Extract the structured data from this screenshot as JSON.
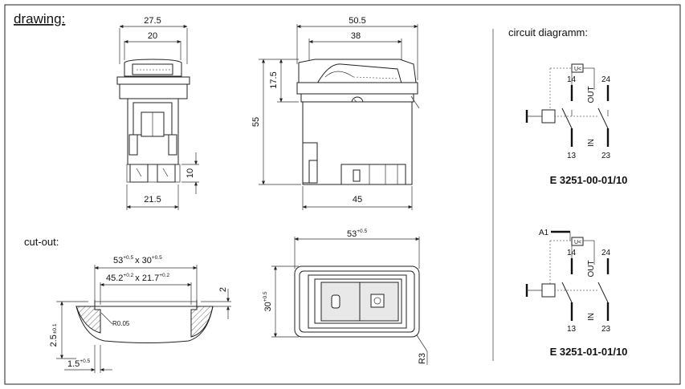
{
  "headings": {
    "drawing": "drawing:",
    "cutout": "cut-out:",
    "circuit": "circuit diagramm:"
  },
  "front_view": {
    "width_outer": "27.5",
    "width_inner": "20",
    "width_base": "21.5",
    "terminal_height": "10"
  },
  "side_view": {
    "width_outer": "50.5",
    "width_inner": "38",
    "width_base": "45",
    "height_total": "55",
    "height_top": "17.5"
  },
  "cutout_view": {
    "dim_outer": "53",
    "dim_outer_tol": "+0.5",
    "dim_outer_x": "x 30",
    "dim_outer_x_tol": "+0.5",
    "dim_inner": "45.2",
    "dim_inner_tol": "+0.2",
    "dim_inner_x": "x 21.7",
    "dim_inner_x_tol": "+0.2",
    "lip": "2",
    "depth": "2.5",
    "depth_tol": "±0.1",
    "offset": "1.5",
    "offset_tol": "+0.5",
    "radius_small": "R0.05"
  },
  "panel_view": {
    "width": "53",
    "width_tol": "+0.5",
    "height": "30",
    "height_tol": "+0.5",
    "radius": "R3"
  },
  "circuits": [
    {
      "code": "E 3251-00-01/10",
      "t14": "14",
      "t24": "24",
      "t13": "13",
      "t23": "23",
      "out": "OUT",
      "in": "IN",
      "relay": "U<"
    },
    {
      "code": "E 3251-01-01/10",
      "a1": "A1",
      "t14": "14",
      "t24": "24",
      "t13": "13",
      "t23": "23",
      "out": "OUT",
      "in": "IN",
      "relay": "U<"
    }
  ]
}
